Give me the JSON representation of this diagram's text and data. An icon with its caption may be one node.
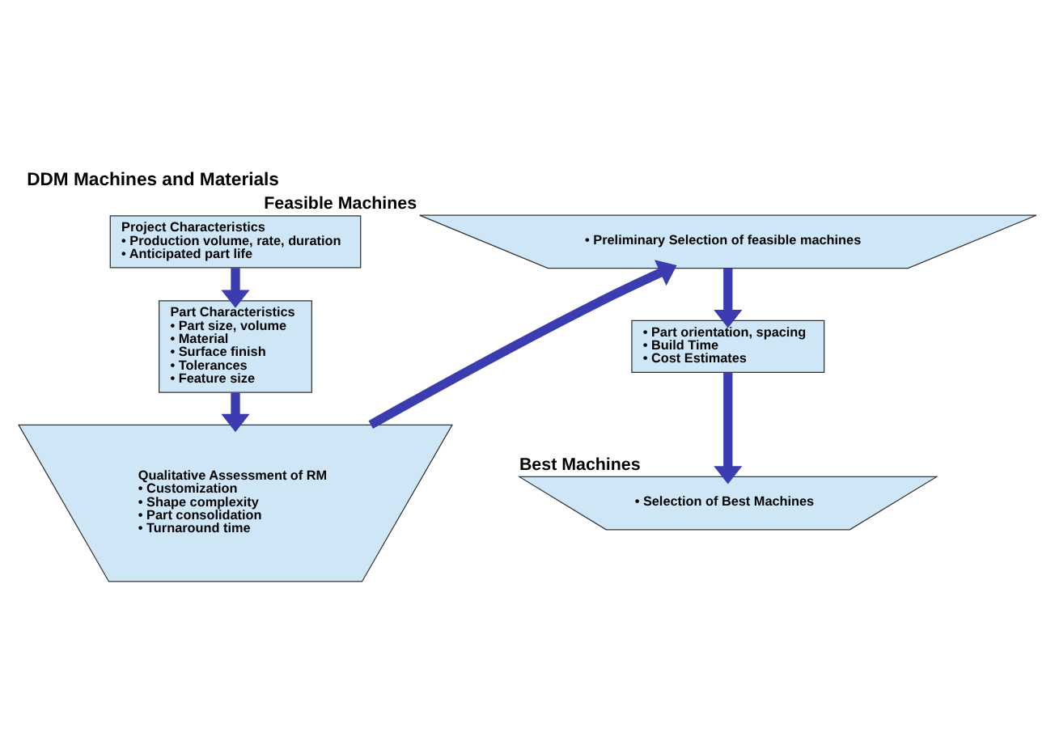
{
  "diagram": {
    "title": "DDM Machines and Materials",
    "nodes": [
      {
        "text": [
          "Project Characteristics",
          "• Production volume, rate, duration",
          "• Anticipated part life"
        ]
      },
      {
        "text": [
          "Part Characteristics",
          "• Part size, volume",
          "• Material",
          "• Surface finish",
          "• Tolerances",
          "• Feature size"
        ]
      },
      {
        "text": [
          "Qualitative Assessment of RM",
          "• Customization",
          "• Shape complexity",
          "• Part consolidation",
          "• Turnaround time"
        ]
      },
      {
        "text": [
          "• Preliminary Selection of feasible machines"
        ],
        "beside": [
          "Feasible Machines"
        ]
      },
      {
        "text": [
          "• Part orientation, spacing",
          "• Build Time",
          "• Cost Estimates"
        ]
      },
      {
        "text": [
          "• Selection of Best Machines"
        ],
        "beside": [
          "Best Machines"
        ]
      }
    ],
    "edges": [
      {
        "from": 0,
        "to": 1,
        "arrow": "to"
      },
      {
        "from": 1,
        "to": 2,
        "arrow": "to"
      },
      {
        "from": 2,
        "to": 3,
        "arrow": "to"
      },
      {
        "from": 3,
        "to": 4,
        "arrow": "to"
      },
      {
        "from": 4,
        "to": 5,
        "arrow": "to"
      }
    ]
  }
}
